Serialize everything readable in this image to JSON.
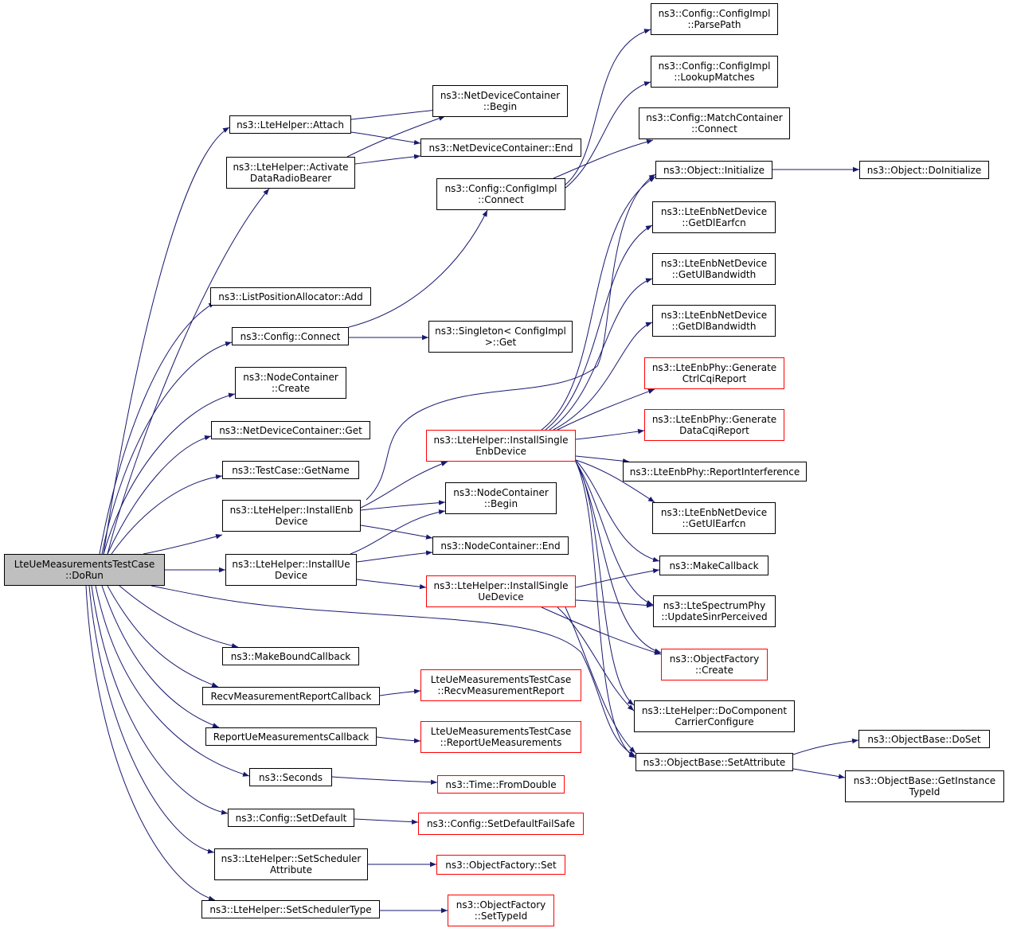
{
  "colors": {
    "edge": "#191970",
    "node_border": "#000000",
    "node_border_red": "#ff0000",
    "root_fill": "#bfbfbf"
  },
  "nodes": {
    "root": [
      "LteUeMeasurementsTestCase",
      "::DoRun"
    ],
    "attach": [
      "ns3::LteHelper::Attach"
    ],
    "activate": [
      "ns3::LteHelper::Activate",
      "DataRadioBearer"
    ],
    "add": [
      "ns3::ListPositionAllocator::Add"
    ],
    "cfgconnect": [
      "ns3::Config::Connect"
    ],
    "nccreate": [
      "ns3::NodeContainer",
      "::Create"
    ],
    "ndcget": [
      "ns3::NetDeviceContainer::Get"
    ],
    "getname": [
      "ns3::TestCase::GetName"
    ],
    "installenb": [
      "ns3::LteHelper::InstallEnb",
      "Device"
    ],
    "installue": [
      "ns3::LteHelper::InstallUe",
      "Device"
    ],
    "makebound": [
      "ns3::MakeBoundCallback"
    ],
    "recvcb": [
      "RecvMeasurementReportCallback"
    ],
    "reportcb": [
      "ReportUeMeasurementsCallback"
    ],
    "seconds": [
      "ns3::Seconds"
    ],
    "setdefault": [
      "ns3::Config::SetDefault"
    ],
    "schedattr": [
      "ns3::LteHelper::SetScheduler",
      "Attribute"
    ],
    "schedtype": [
      "ns3::LteHelper::SetSchedulerType"
    ],
    "ndcbegin": [
      "ns3::NetDeviceContainer",
      "::Begin"
    ],
    "ndcend": [
      "ns3::NetDeviceContainer::End"
    ],
    "implconnect": [
      "ns3::Config::ConfigImpl",
      "::Connect"
    ],
    "singleton": [
      "ns3::Singleton< ConfigImpl",
      ">::Get"
    ],
    "singleenb": [
      "ns3::LteHelper::InstallSingle",
      "EnbDevice"
    ],
    "ncbegin": [
      "ns3::NodeContainer",
      "::Begin"
    ],
    "ncend": [
      "ns3::NodeContainer::End"
    ],
    "singleue": [
      "ns3::LteHelper::InstallSingle",
      "UeDevice"
    ],
    "recvreport": [
      "LteUeMeasurementsTestCase",
      "::RecvMeasurementReport"
    ],
    "reportmeas": [
      "LteUeMeasurementsTestCase",
      "::ReportUeMeasurements"
    ],
    "fromdouble": [
      "ns3::Time::FromDouble"
    ],
    "failsafe": [
      "ns3::Config::SetDefaultFailSafe"
    ],
    "ofset": [
      "ns3::ObjectFactory::Set"
    ],
    "settypeid": [
      "ns3::ObjectFactory",
      "::SetTypeId"
    ],
    "parsepath": [
      "ns3::Config::ConfigImpl",
      "::ParsePath"
    ],
    "lookup": [
      "ns3::Config::ConfigImpl",
      "::LookupMatches"
    ],
    "mcconnect": [
      "ns3::Config::MatchContainer",
      "::Connect"
    ],
    "initialize": [
      "ns3::Object::Initialize"
    ],
    "dlearfcn": [
      "ns3::LteEnbNetDevice",
      "::GetDlEarfcn"
    ],
    "ulbw": [
      "ns3::LteEnbNetDevice",
      "::GetUlBandwidth"
    ],
    "dlbw": [
      "ns3::LteEnbNetDevice",
      "::GetDlBandwidth"
    ],
    "ctrlcqi": [
      "ns3::LteEnbPhy::Generate",
      "CtrlCqiReport"
    ],
    "datacqi": [
      "ns3::LteEnbPhy::Generate",
      "DataCqiReport"
    ],
    "interference": [
      "ns3::LteEnbPhy::ReportInterference"
    ],
    "ulearfcn": [
      "ns3::LteEnbNetDevice",
      "::GetUlEarfcn"
    ],
    "makecb": [
      "ns3::MakeCallback"
    ],
    "sinr": [
      "ns3::LteSpectrumPhy",
      "::UpdateSinrPerceived"
    ],
    "ofcreate": [
      "ns3::ObjectFactory",
      "::Create"
    ],
    "docc": [
      "ns3::LteHelper::DoComponent",
      "CarrierConfigure"
    ],
    "setattr": [
      "ns3::ObjectBase::SetAttribute"
    ],
    "doinit": [
      "ns3::Object::DoInitialize"
    ],
    "doset": [
      "ns3::ObjectBase::DoSet"
    ],
    "gettid": [
      "ns3::ObjectBase::GetInstance",
      "TypeId"
    ]
  }
}
